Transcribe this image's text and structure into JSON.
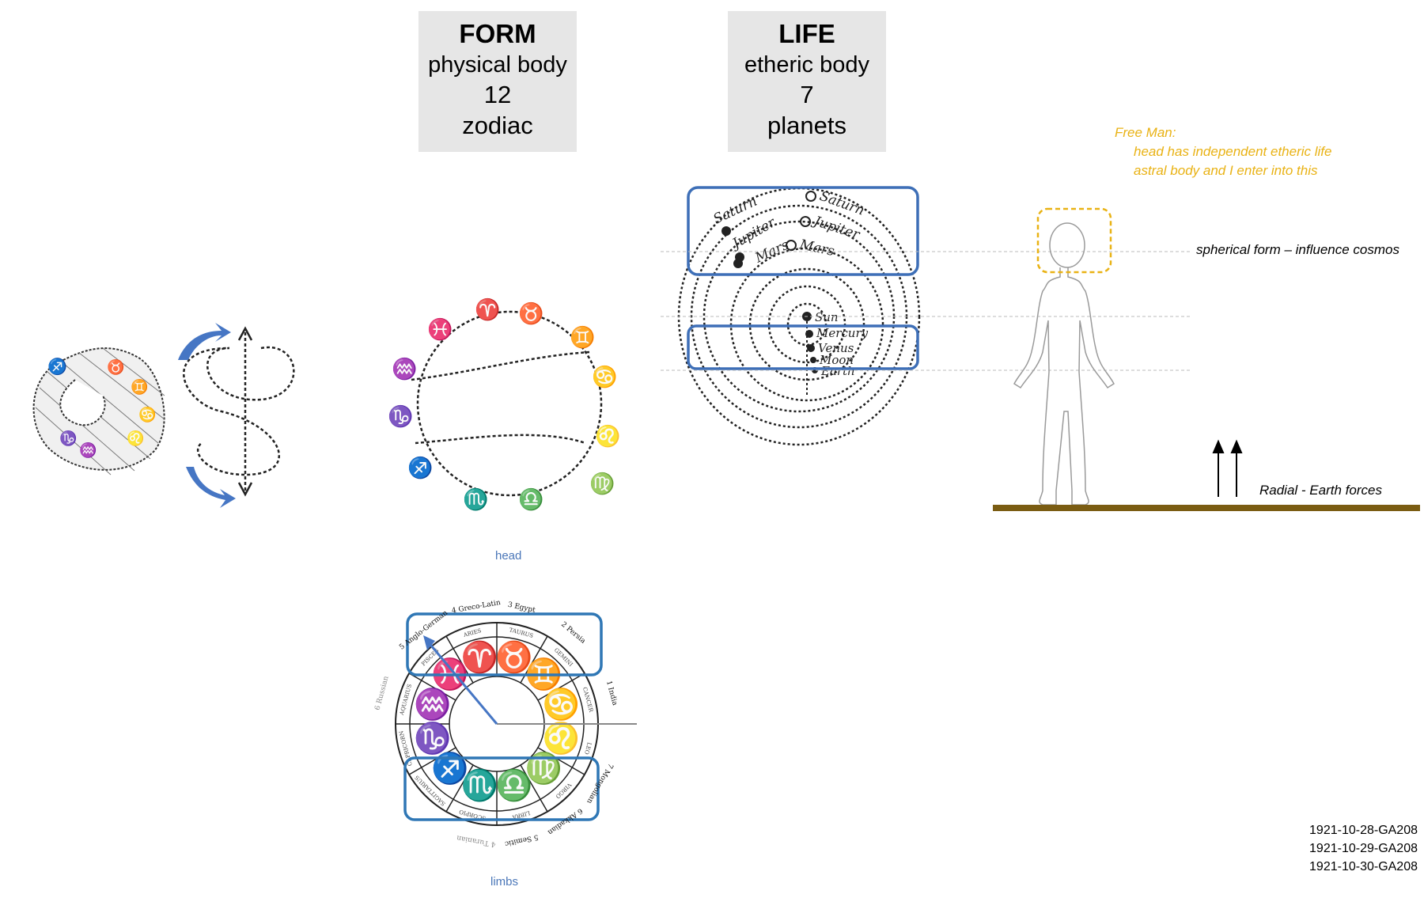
{
  "form_box": {
    "title": "FORM",
    "line1": "physical body",
    "line2": "12",
    "line3": "zodiac"
  },
  "life_box": {
    "title": "LIFE",
    "line1": "etheric body",
    "line2": "7",
    "line3": "planets"
  },
  "labels": {
    "head": "head",
    "limbs": "limbs"
  },
  "free_man": {
    "title": "Free Man:",
    "line1": "head has independent etheric life",
    "line2": "astral body and I enter into this"
  },
  "spherical": "spherical form – influence cosmos",
  "radial": "Radial  - Earth forces",
  "refs": [
    "1921-10-28-GA208",
    "1921-10-29-GA208",
    "1921-10-30-GA208"
  ],
  "planets_left": [
    "Saturn",
    "Jupiter",
    "Mars"
  ],
  "planets_right": [
    "Saturn",
    "Jupiter",
    "Mars"
  ],
  "planets_inner": [
    "Sun",
    "Mercury",
    "Venus",
    "Moon",
    "Earth"
  ],
  "zodiac_signs": [
    "♈",
    "♉",
    "♊",
    "♋",
    "♌",
    "♍",
    "♎",
    "♏",
    "♐",
    "♑",
    "♒",
    "♓"
  ],
  "zodiac_names": [
    "ARIES",
    "TAURUS",
    "GEMINI",
    "CANCER",
    "LEO",
    "VIRGO",
    "LIBRA",
    "SCORPIO",
    "SAGITTARIUS",
    "CAPRICORN",
    "AQUARIUS",
    "PISCES"
  ],
  "epochs": [
    {
      "num": "1",
      "name": "India"
    },
    {
      "num": "2",
      "name": "Persia"
    },
    {
      "num": "3",
      "name": "Egypt"
    },
    {
      "num": "4",
      "name": "Greco-Latin"
    },
    {
      "num": "5",
      "name": "Anglo-German"
    },
    {
      "num": "6",
      "name": "Russian"
    },
    {
      "num": "7",
      "name": "Mongolian"
    },
    {
      "num": "6",
      "name": "Akkadian"
    },
    {
      "num": "5",
      "name": "Semitic"
    },
    {
      "num": "4",
      "name": "Turanian"
    }
  ],
  "colors": {
    "box_bg": "#e6e6e6",
    "blue_frame": "#3e6fb7",
    "gold": "#e9b214",
    "ground": "#7a5c12",
    "label_blue": "#4a76b8"
  }
}
